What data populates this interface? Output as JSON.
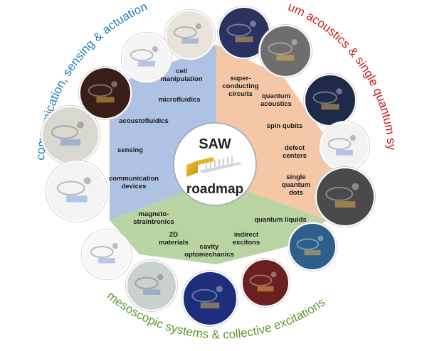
{
  "colors": {
    "blue_sector": "#aec3e3",
    "orange_sector": "#f6c7a6",
    "green_sector": "#b8d4a3",
    "blue_text": "#1f7ec0",
    "red_text": "#c81e1e",
    "green_text": "#5a9a2c"
  },
  "center": {
    "title": "SAW",
    "subtitle": "roadmap"
  },
  "arcs": {
    "left": "communication, sensing & actuation",
    "right": "quantum acoustics & single quantum systems",
    "bottom": "mesoscopic systems & collective excitations"
  },
  "sectors": {
    "blue": {
      "topics": [
        {
          "lines": [
            "cell",
            "manipulation"
          ]
        },
        {
          "lines": [
            "microfluidics"
          ]
        },
        {
          "lines": [
            "acoustofluidics"
          ]
        },
        {
          "lines": [
            "sensing"
          ]
        },
        {
          "lines": [
            "communication",
            "devices"
          ]
        }
      ]
    },
    "orange": {
      "topics": [
        {
          "lines": [
            "super-",
            "conducting",
            "circuits"
          ]
        },
        {
          "lines": [
            "quantum",
            "acoustics"
          ]
        },
        {
          "lines": [
            "spin qubits"
          ]
        },
        {
          "lines": [
            "defect",
            "centers"
          ]
        },
        {
          "lines": [
            "single",
            "quantum",
            "dots"
          ]
        }
      ]
    },
    "green": {
      "topics": [
        {
          "lines": [
            "magneto-",
            "straintronics"
          ]
        },
        {
          "lines": [
            "2D",
            "materials"
          ]
        },
        {
          "lines": [
            "cavity",
            "optomechanics"
          ]
        },
        {
          "lines": [
            "indirect",
            "excitons"
          ]
        },
        {
          "lines": [
            "quantum liquids"
          ]
        }
      ]
    }
  },
  "images": [
    {
      "name": "cell-manipulation-image"
    },
    {
      "name": "superconducting-circuit-image"
    },
    {
      "name": "quantum-acoustics-wave-image"
    },
    {
      "name": "acoustic-tweezer-diagram-image"
    },
    {
      "name": "microfluidics-heatmap-image"
    },
    {
      "name": "spin-qubit-device-image"
    },
    {
      "name": "acoustofluidics-particles-image"
    },
    {
      "name": "defect-center-circuit-image"
    },
    {
      "name": "communication-filter-diagram-image"
    },
    {
      "name": "quantum-dot-microscopy-image"
    },
    {
      "name": "quantum-liquid-device-image"
    },
    {
      "name": "magnetostraintronics-diagram-image"
    },
    {
      "name": "2d-materials-device-image"
    },
    {
      "name": "cavity-optomechanics-image"
    },
    {
      "name": "indirect-excitons-image"
    }
  ]
}
